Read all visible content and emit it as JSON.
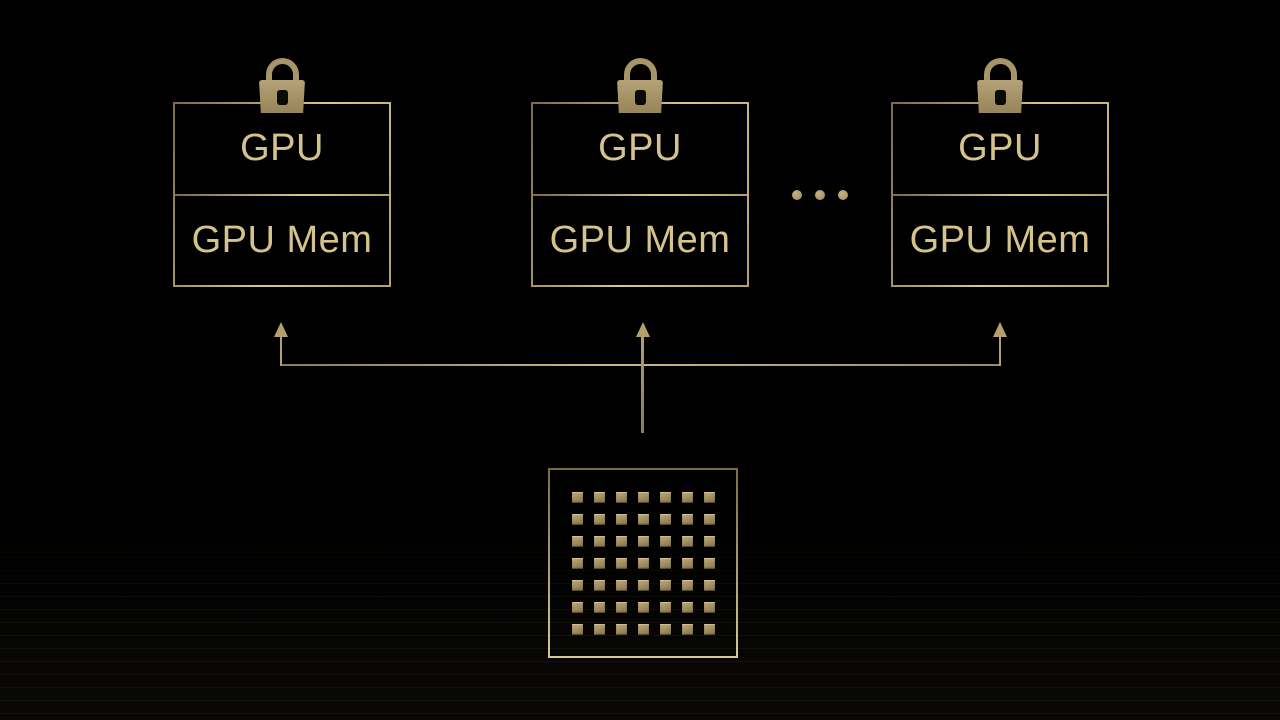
{
  "nodes": [
    {
      "gpu_label": "GPU",
      "mem_label": "GPU Mem",
      "icon": "lock-icon"
    },
    {
      "gpu_label": "GPU",
      "mem_label": "GPU Mem",
      "icon": "lock-icon"
    },
    {
      "gpu_label": "GPU",
      "mem_label": "GPU Mem",
      "icon": "lock-icon"
    }
  ],
  "ellipsis": {
    "dot_count": 3
  },
  "chip": {
    "icon": "chip-icon",
    "rows": 7,
    "cols": 7
  },
  "colors": {
    "bg": "#000000",
    "gold-bright": "#d9c78f",
    "gold": "#b3a06c",
    "gold-dim": "#7c6b46",
    "text": "#d6c38b",
    "lock-body": "#a79468",
    "keyhole": "#0b0a07"
  }
}
